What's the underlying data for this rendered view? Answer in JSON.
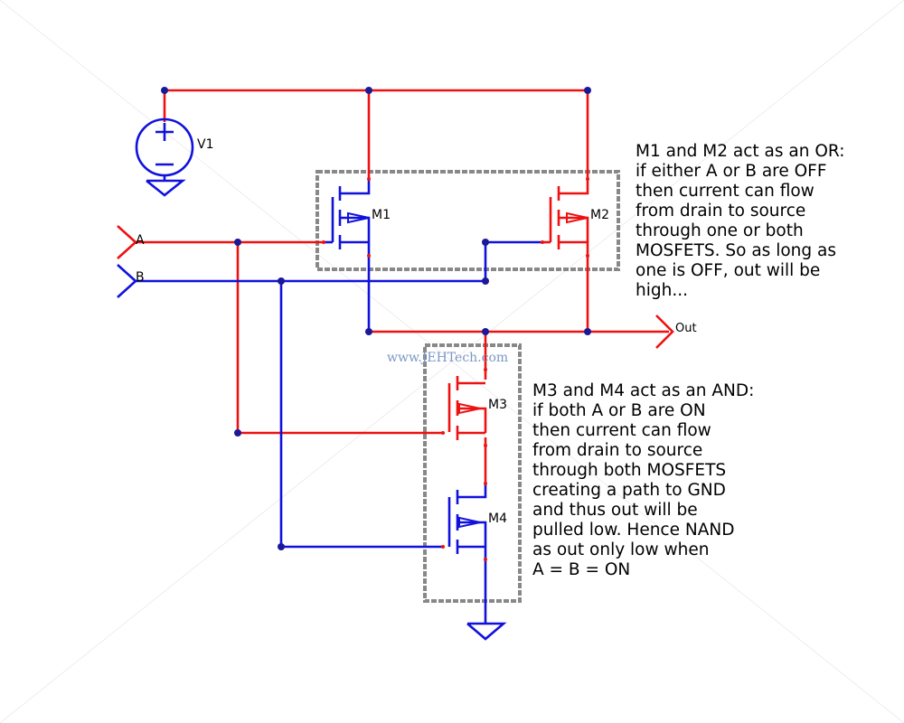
{
  "diagram": {
    "components": {
      "v1": "V1",
      "m1": "M1",
      "m2": "M2",
      "m3": "M3",
      "m4": "M4"
    },
    "ports": {
      "a": "A",
      "b": "B",
      "out": "Out"
    },
    "notes": {
      "or_note": "M1 and M2 act as an OR:\nif either A or B are OFF\nthen current can flow\nfrom drain to source\nthrough one or both\nMOSFETS. So as long as\none is OFF, out will be\nhigh...",
      "and_note": "M3 and M4 act as an AND:\nif both A or B are ON\nthen current can flow\nfrom drain to source\nthrough both MOSFETS\ncreating a path to GND\nand thus out will be\npulled low. Hence NAND\nas out only low when\nA = B = ON"
    },
    "watermark": "www.JEHTech.com"
  },
  "colors": {
    "wire_high": "#ee1111",
    "wire_low": "#1111dd",
    "node": "#1a1a99",
    "box_border": "#888888"
  }
}
